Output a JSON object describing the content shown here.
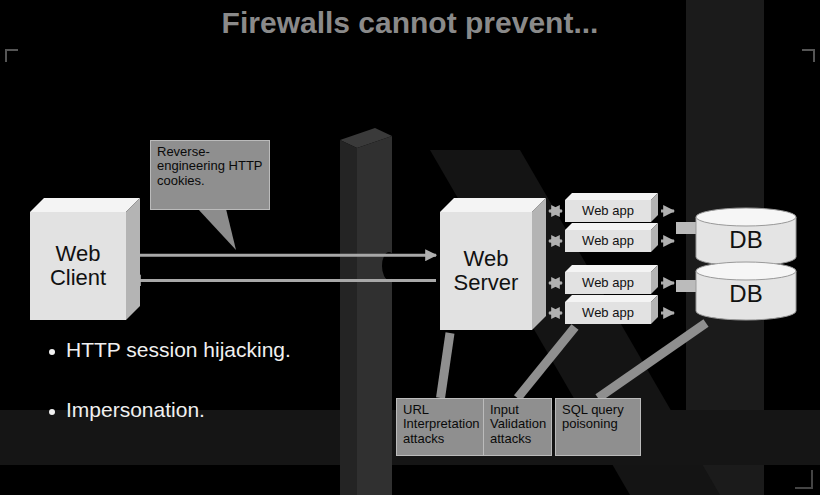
{
  "diagram": {
    "title": "Firewalls cannot prevent...",
    "nodes": [
      {
        "text": [
          "Web Client"
        ]
      },
      {
        "text": [
          "Reverse-engineering HTTP cookies."
        ]
      },
      {
        "text": [
          "Web Server"
        ]
      },
      {
        "text": [
          "Web app"
        ]
      },
      {
        "text": [
          "Web app"
        ]
      },
      {
        "text": [
          "Web app"
        ]
      },
      {
        "text": [
          "Web app"
        ]
      },
      {
        "text": [
          "DB"
        ]
      },
      {
        "text": [
          "DB"
        ]
      },
      {
        "text": [
          "URL Interpretation attacks"
        ]
      },
      {
        "text": [
          "Input Validation attacks"
        ]
      },
      {
        "text": [
          "SQL query poisoning"
        ]
      }
    ],
    "edges": [
      {
        "from": 0,
        "to": 2,
        "arrow": "to"
      },
      {
        "from": 2,
        "to": 0,
        "arrow": "to"
      },
      {
        "from": 2,
        "to": 3,
        "arrow": "both"
      },
      {
        "from": 2,
        "to": 4,
        "arrow": "both"
      },
      {
        "from": 2,
        "to": 5,
        "arrow": "both"
      },
      {
        "from": 2,
        "to": 6,
        "arrow": "both"
      },
      {
        "from": 3,
        "to": 7,
        "arrow": "to"
      },
      {
        "from": 4,
        "to": 7,
        "arrow": "to"
      },
      {
        "from": 5,
        "to": 8,
        "arrow": "to"
      },
      {
        "from": 6,
        "to": 8,
        "arrow": "to"
      },
      {
        "from": 9,
        "to": 2,
        "arrow": "none"
      },
      {
        "from": 10,
        "to": 6,
        "arrow": "none"
      },
      {
        "from": 11,
        "to": 8,
        "arrow": "none"
      }
    ],
    "labels": [
      "HTTP session hijacking.",
      "Impersonation."
    ]
  }
}
